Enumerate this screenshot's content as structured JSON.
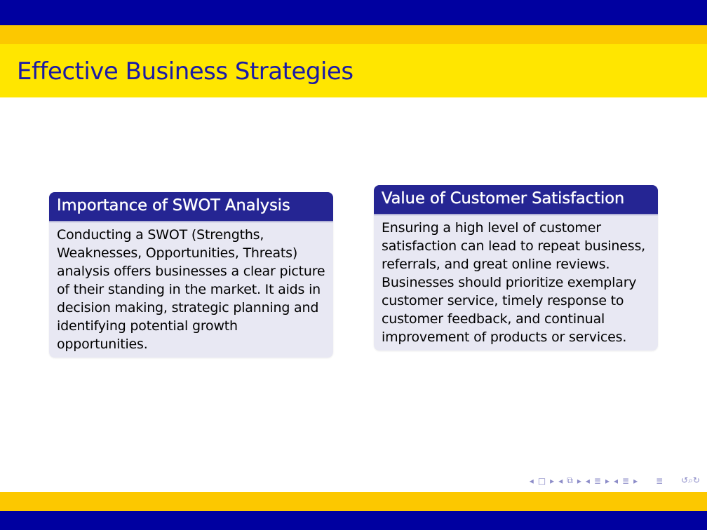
{
  "slide": {
    "title": "Effective Business Strategies"
  },
  "blocks": [
    {
      "title": "Importance of SWOT Analysis",
      "body": "Conducting a SWOT (Strengths, Weaknesses, Opportunities, Threats) analysis offers businesses a clear picture of their standing in the market. It aids in decision making, strategic planning and identifying potential growth opportunities."
    },
    {
      "title": "Value of Customer Satisfaction",
      "body": "Ensuring a high level of customer satisfaction can lead to repeat business, referrals, and great online reviews. Businesses should prioritize exemplary customer service, timely response to customer feedback, and continual improvement of products or services."
    }
  ],
  "navigation": {
    "icons": [
      "prev-arrow-icon",
      "frame-icon",
      "next-arrow-icon",
      "prev-arrow-icon",
      "subsection-icon",
      "next-arrow-icon",
      "prev-arrow-icon",
      "section-icon",
      "next-arrow-icon",
      "prev-arrow-icon",
      "section-icon",
      "next-arrow-icon",
      "align-icon",
      "search-icon"
    ],
    "color": "#8c8cc8"
  },
  "theme": {
    "navy": "#0000a0",
    "gold": "#fcc800",
    "yellow": "#ffe600",
    "block_title_bg": "#252593",
    "block_body_bg": "#e8e8f3"
  }
}
